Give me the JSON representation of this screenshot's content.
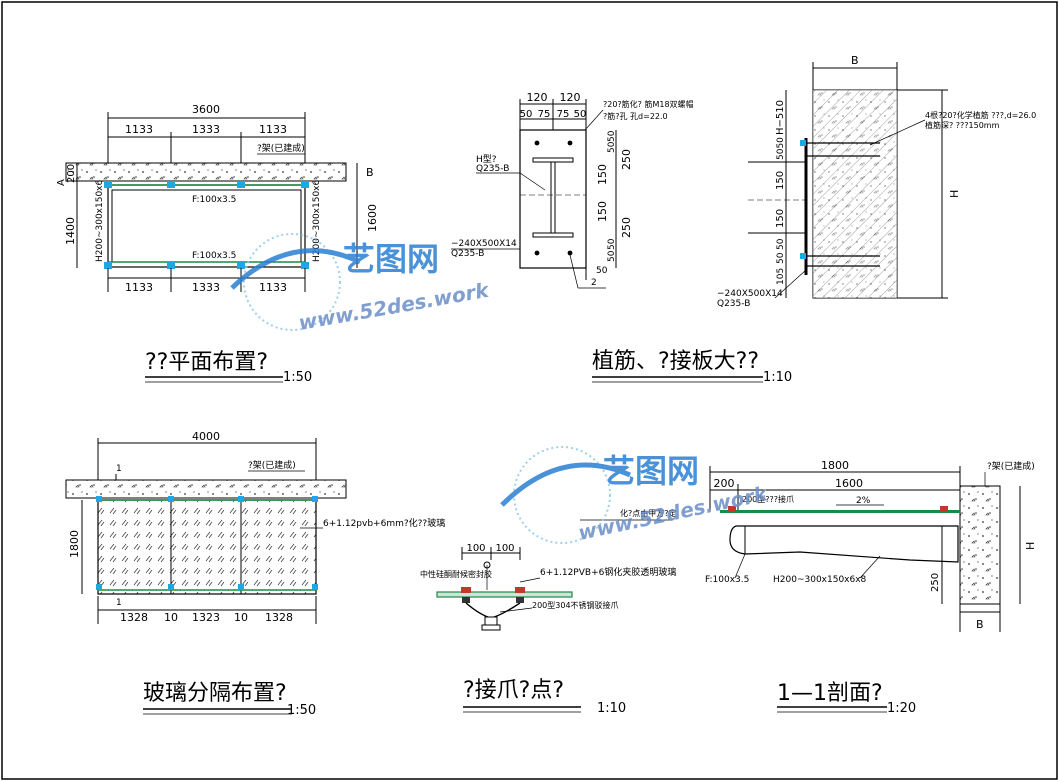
{
  "colors": {
    "line": "#000000",
    "hatch": "#555555",
    "glass": "#cfe3d6",
    "steel": "#1b8a45",
    "accent": "#1ea7e0",
    "watermark": "#2a7fd4",
    "watermark_text": "#6a8fc8"
  },
  "watermark": {
    "brand": "艺图网",
    "url": "www.52des.work"
  },
  "plan": {
    "title": "??平面布置?",
    "scale": "1:50",
    "dim_total": "3600",
    "dim_top": [
      "1133",
      "1333",
      "1133"
    ],
    "dim_bottom": [
      "1133",
      "1333",
      "1133"
    ],
    "dim_left": [
      "200",
      "1400"
    ],
    "dim_right": [
      "B",
      "1600"
    ],
    "label_wall": "?架(已建成)",
    "label_beam_top": "F:100x3.5",
    "label_beam_bottom": "F:100x3.5",
    "label_col_left": "H200~300x150x6",
    "label_col_right": "H200~300x150x6",
    "marker": "A"
  },
  "anchor": {
    "title": "植筋、?接板大??",
    "scale": "1:10",
    "dim_top": [
      "120",
      "120"
    ],
    "dim_sub": [
      "50",
      "75",
      "75",
      "50"
    ],
    "note_bolt_1": "?20?筋化?  筋M18双螺帽",
    "note_bolt_2": "?筋?孔 孔d=22.0",
    "label_h": "H型?",
    "label_q1": "Q235-B",
    "label_plate": "−240X500X14",
    "label_q2": "Q235-B",
    "dims_right": [
      "50",
      "50",
      "250",
      "150",
      "150",
      "250",
      "50",
      "50"
    ],
    "dim_bottom": "50",
    "mark": "2"
  },
  "section_anchor": {
    "dim_b": "B",
    "dims_left": [
      "H−510",
      "5050",
      "150",
      "150",
      "50",
      "50",
      "105"
    ],
    "note_1": "4根?20?化学植筋  ???,d=26.0",
    "note_2": "植筋深? ???150mm",
    "label_plate": "−240X500X14",
    "label_q": "Q235-B",
    "dim_h": "H"
  },
  "glass": {
    "title": "玻璃分隔布置?",
    "scale": "1:50",
    "dim_total": "4000",
    "dim_bottom": [
      "1328",
      "10",
      "1323",
      "10",
      "1328"
    ],
    "dim_left": "1800",
    "label_wall": "?架(已建成)",
    "label_glass": "6+1.12pvb+6mm?化??玻璃",
    "mark_1": "1",
    "mark_2": "1"
  },
  "claw": {
    "title": "?接爪?点?",
    "scale": "1:10",
    "dims": [
      "100",
      "100"
    ],
    "note_top": "化?点由甲方?定",
    "label_left": "中性硅酮耐候密封胶",
    "label_glass": "6+1.12PVB+6钢化夹胶透明玻璃",
    "label_claw": "200型304不锈钢驳接爪"
  },
  "section": {
    "title": "1—1剖面?",
    "scale": "1:20",
    "dim_total": "1800",
    "dim_a": "200",
    "dim_b": "1600",
    "slope": "2%",
    "label_claw": "200型???接爪",
    "label_wall": "?架(已建成)",
    "label_f": "F:100x3.5",
    "label_h": "H200~300x150x6x8",
    "dim_250": "250",
    "dim_h": "H",
    "dim_bb": "B"
  }
}
